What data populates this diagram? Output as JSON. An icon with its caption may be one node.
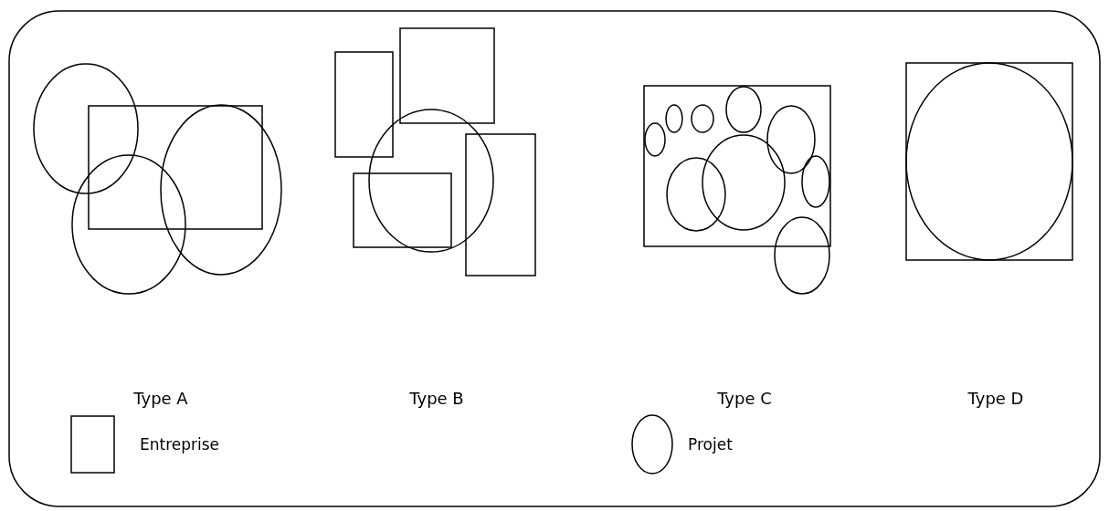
{
  "diagram": {
    "labels": [
      "Type A",
      "Type B",
      "Type C",
      "Type D"
    ],
    "legend": [
      {
        "text": "Entreprise"
      },
      {
        "text": "Projet"
      }
    ]
  }
}
